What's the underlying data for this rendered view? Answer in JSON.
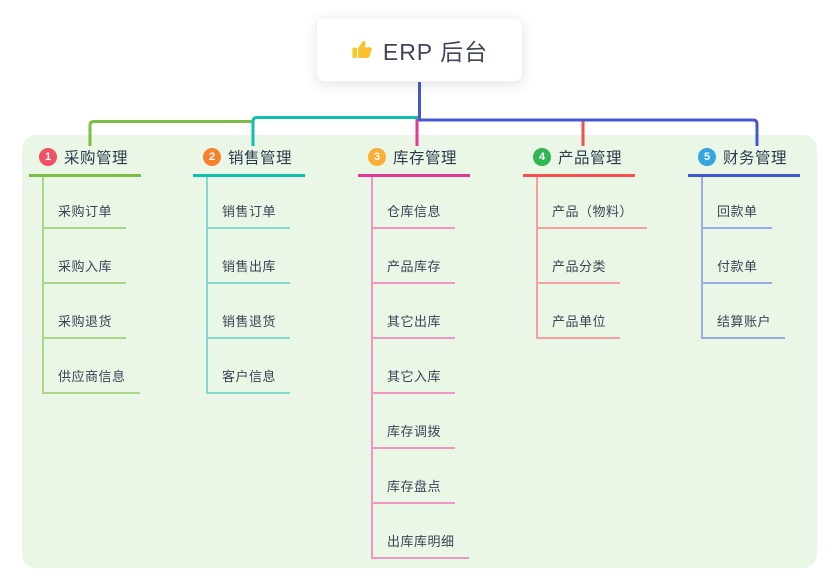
{
  "root": {
    "label": "ERP 后台",
    "icon": "thumbs-up-icon"
  },
  "colors": {
    "panel_bg": "#eaf6e6",
    "root_connector": "#4458ce"
  },
  "branches": [
    {
      "num": "1",
      "label": "采购管理",
      "badge_color": "#ee5166",
      "line_color": "#7cbe43",
      "child_line_color": "#aad688",
      "children": [
        "采购订单",
        "采购入库",
        "采购退货",
        "供应商信息"
      ]
    },
    {
      "num": "2",
      "label": "销售管理",
      "badge_color": "#f8812e",
      "line_color": "#10bfae",
      "child_line_color": "#85d8cd",
      "children": [
        "销售订单",
        "销售出库",
        "销售退货",
        "客户信息"
      ]
    },
    {
      "num": "3",
      "label": "库存管理",
      "badge_color": "#fbae35",
      "line_color": "#e13a92",
      "child_line_color": "#f095c4",
      "children": [
        "仓库信息",
        "产品库存",
        "其它出库",
        "其它入库",
        "库存调拨",
        "库存盘点",
        "出库库明细"
      ]
    },
    {
      "num": "4",
      "label": "产品管理",
      "badge_color": "#2fb551",
      "line_color": "#f4514e",
      "child_line_color": "#f7a09c",
      "children": [
        "产品（物料）",
        "产品分类",
        "产品单位"
      ]
    },
    {
      "num": "5",
      "label": "财务管理",
      "badge_color": "#33a5e0",
      "line_color": "#3f57c9",
      "child_line_color": "#9aace7",
      "children": [
        "回款单",
        "付款单",
        "结算账户"
      ]
    }
  ]
}
